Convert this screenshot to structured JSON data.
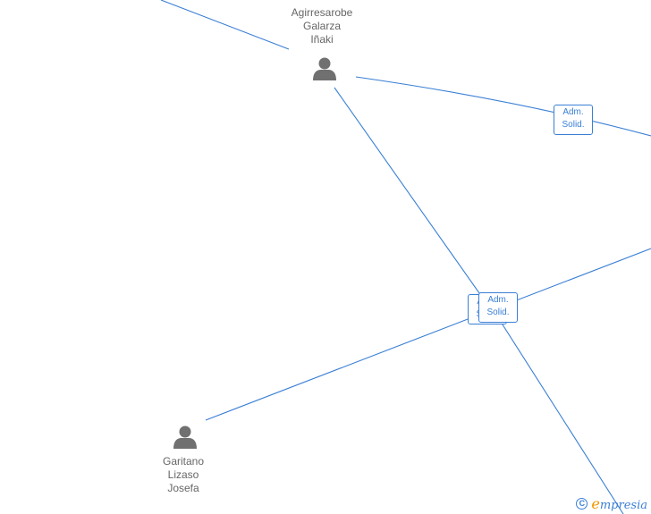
{
  "people": [
    {
      "id": "agirresarobe",
      "name_lines": [
        "Agirresarobe",
        "Galarza",
        "Iñaki"
      ]
    },
    {
      "id": "garitano",
      "name_lines": [
        "Garitano",
        "Lizaso",
        "Josefa"
      ]
    }
  ],
  "relations": [
    {
      "id": "rel-1",
      "label_lines": [
        "Adm.",
        "Solid."
      ]
    },
    {
      "id": "rel-2",
      "label_lines": [
        "Adm.",
        "Solid."
      ]
    },
    {
      "id": "rel-3",
      "label_lines": [
        "Adm.",
        "Solid."
      ]
    }
  ],
  "watermark": {
    "copyright_symbol": "C",
    "brand_initial": "e",
    "brand_rest": "mpresia"
  },
  "colors": {
    "edge": "#3a7fd5",
    "icon": "#707070",
    "text": "#666666",
    "brand_accent": "#f29400"
  },
  "icons": {
    "person": "person-icon",
    "copyright": "copyright-icon"
  }
}
